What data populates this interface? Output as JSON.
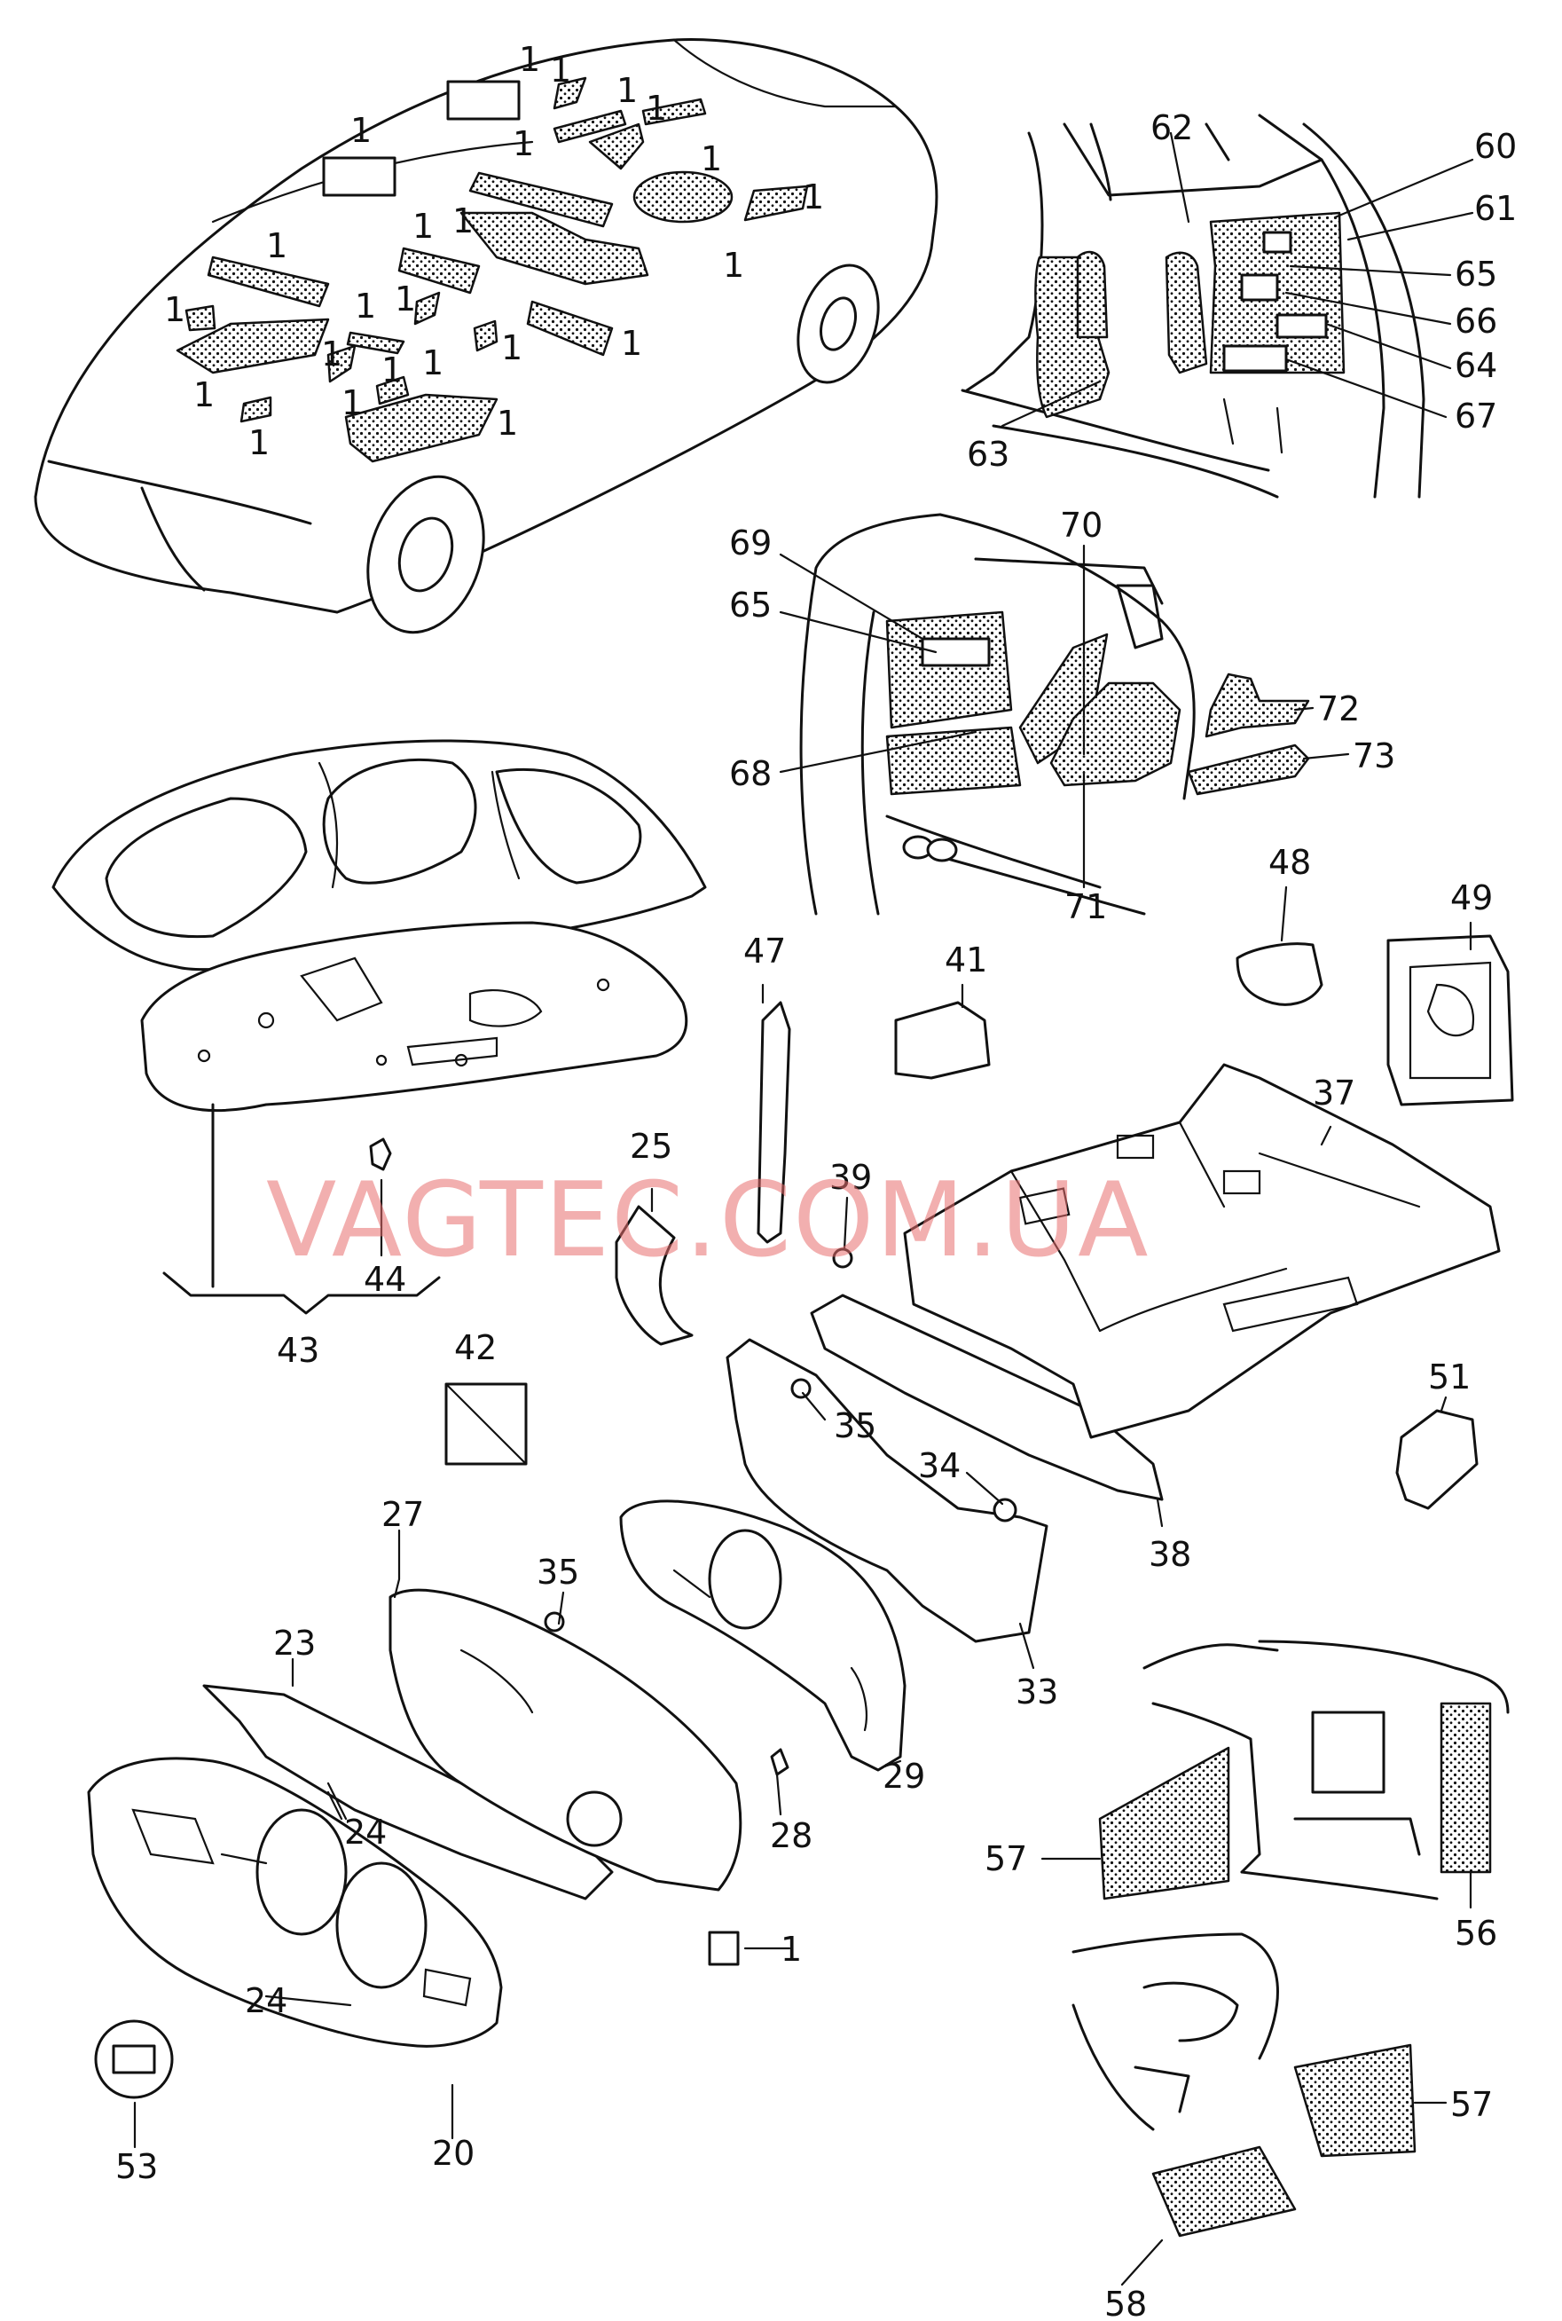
{
  "watermark": "VAGTEC.COM.UA",
  "callouts": {
    "c1": "1",
    "c20": "20",
    "c23": "23",
    "c24": "24",
    "c25": "25",
    "c27": "27",
    "c28": "28",
    "c29": "29",
    "c33": "33",
    "c34": "34",
    "c35": "35",
    "c37": "37",
    "c38": "38",
    "c39": "39",
    "c41": "41",
    "c42": "42",
    "c43": "43",
    "c44": "44",
    "c47": "47",
    "c48": "48",
    "c49": "49",
    "c51": "51",
    "c53": "53",
    "c56": "56",
    "c57": "57",
    "c58": "58",
    "c60": "60",
    "c61": "61",
    "c62": "62",
    "c63": "63",
    "c64": "64",
    "c65": "65",
    "c66": "66",
    "c67": "67",
    "c68": "68",
    "c69": "69",
    "c70": "70",
    "c71": "71",
    "c72": "72",
    "c73": "73"
  }
}
